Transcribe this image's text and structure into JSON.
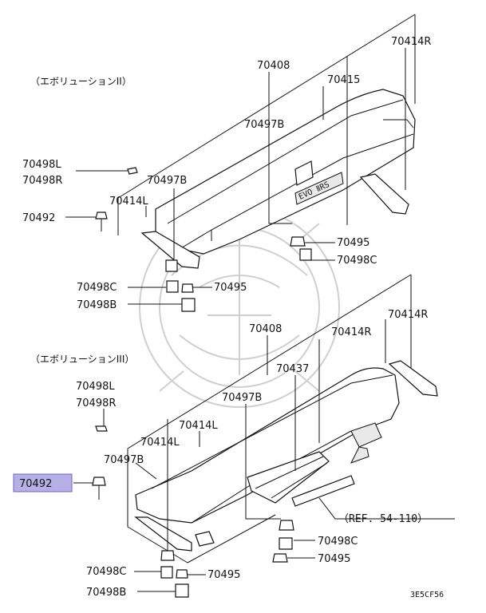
{
  "captions": {
    "evo2": "（エボリューションII）",
    "evo3": "（エボリューションIII）"
  },
  "labels": {
    "top": {
      "p70414R": "70414R",
      "p70408": "70408",
      "p70415": "70415",
      "p70497B_a": "70497B",
      "p70498L": "70498L",
      "p70498R": "70498R",
      "p70497B_b": "70497B",
      "p70414L": "70414L",
      "p70492": "70492",
      "p70495_a": "70495",
      "p70498C_a": "70498C",
      "p70498C_b": "70498C",
      "p70495_b": "70495",
      "p70498B": "70498B"
    },
    "bottom": {
      "p70408": "70408",
      "p70414R_a": "70414R",
      "p70414R_b": "70414R",
      "p70437": "70437",
      "p70498L": "70498L",
      "p70498R": "70498R",
      "p70497B_a": "70497B",
      "p70414L_a": "70414L",
      "p70414L_b": "70414L",
      "p70497B_b": "70497B",
      "p70492": "70492",
      "ref": "（REF. 54-110）",
      "p70498C_a": "70498C",
      "p70495_a": "70495",
      "p70498C_b": "70498C",
      "p70495_b": "70495",
      "p70498B": "70498B"
    }
  },
  "badge": "EVO ⅡRS",
  "code": "3E5CF56",
  "colors": {
    "highlight": "#b7b0e6",
    "line": "#111111"
  }
}
